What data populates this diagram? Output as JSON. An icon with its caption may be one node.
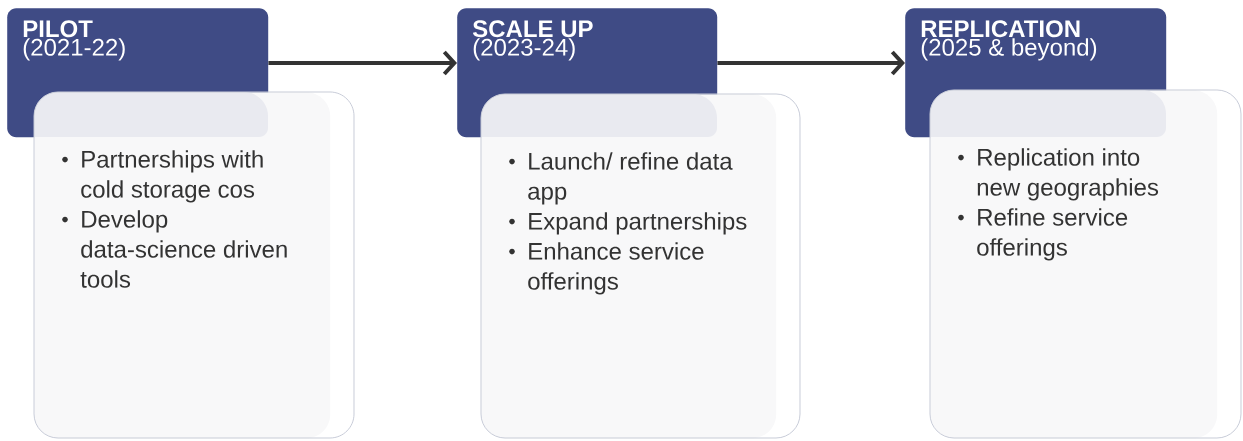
{
  "diagram": {
    "nodes": [
      {
        "text": [
          "PILOT",
          "(2021-22)"
        ]
      },
      {
        "text": [
          "Partnerships with cold storage cos",
          "Develop data-science driven tools"
        ]
      },
      {
        "text": [
          "SCALE UP",
          "(2023-24)"
        ]
      },
      {
        "text": [
          "Launch/ refine data app",
          "Expand partnerships",
          "Enhance service offerings"
        ]
      },
      {
        "text": [
          "REPLICATION",
          "(2025 & beyond)"
        ]
      },
      {
        "text": [
          "Replication into new geographies",
          "Refine service offerings"
        ]
      }
    ],
    "edges": [
      {
        "from": 0,
        "to": 2,
        "arrow": "to"
      },
      {
        "from": 2,
        "to": 4,
        "arrow": "to"
      }
    ]
  }
}
